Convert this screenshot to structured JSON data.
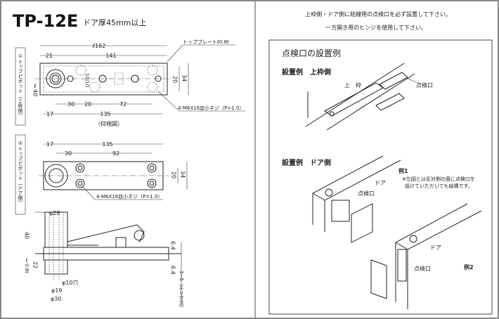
{
  "header": {
    "model": "TP-12E",
    "subtitle": "ドア厚45mm以上"
  },
  "notices": [
    "上枠側・ドア側に結線用の点検口を必ず設置して下さい。",
    "一方開き用のヒンジを使用して下さい。"
  ],
  "drawing1": {
    "side_label": "①トップピボット（上枠側）",
    "plate_label": "トッププレートℓ0.8t",
    "dims": {
      "total_length": "ℓ162",
      "d21": "21",
      "d141": "141",
      "height": "ℓ40",
      "d1010": "10|10",
      "d20": "20",
      "d34": "34",
      "d30": "30",
      "d20b": "20",
      "d72": "72",
      "d17": "17",
      "d135": "135"
    },
    "screw_label": "4-M6X16皿小ネジ（P=1.0）",
    "view_label": "（仰視図）"
  },
  "drawing2": {
    "side_label": "②トップピボット（ドア側）",
    "dims": {
      "d17": "17",
      "d135": "135",
      "d30": "30",
      "d92": "92",
      "d20": "20",
      "d34": "34"
    },
    "screw_label": "4-M6X16皿小ネジ（P=1.0）"
  },
  "drawing3": {
    "dims": {
      "phi28": "φ28",
      "d40": "40",
      "t08": "ℓ0.8t",
      "d22": "22",
      "phi10": "φ10穴",
      "phi19": "φ19",
      "phi30": "φ30",
      "d64a": "6.4",
      "d64b": "6.4",
      "clearance": "3~5（チリ寸法）"
    }
  },
  "install": {
    "title": "点検口の設置例",
    "frame_section": "設置例　上枠側",
    "frame_label": "上　枠",
    "frame_port": "点検口",
    "door_section": "設置例　ドア側",
    "ex1": "例1",
    "ex1_note": [
      "※左図とは反対側の面に点検口を",
      "設けていただいても結構です。"
    ],
    "door1": "ドア",
    "port1": "点検口",
    "door2": "ドア",
    "port2": "点検口",
    "ex2": "例2"
  }
}
